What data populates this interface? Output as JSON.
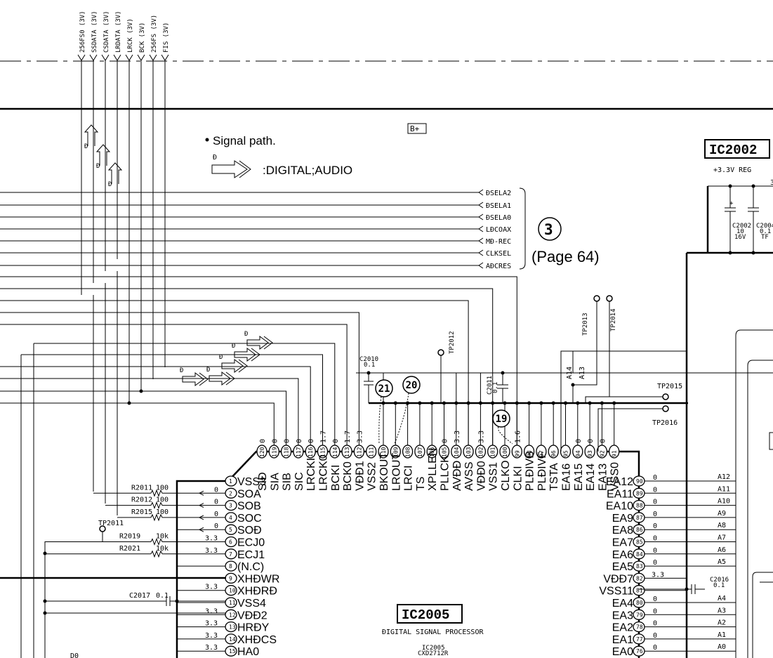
{
  "top_signals": [
    "256FS0 (3V)",
    "SSDATA (3V)",
    "CSDATA (3V)",
    "LRDATA (3V)",
    "LRCK (3V)",
    "BCK (3V)",
    "256FS (3V)",
    "FIS (3V)"
  ],
  "supply_tag": "B+",
  "legend": {
    "title": "Signal path.",
    "item_label": ":DIGITAL;AUDIO",
    "arrow_mark": "Đ"
  },
  "connector": {
    "signals": [
      "ĐSELA2",
      "ĐSELA1",
      "ĐSELA0",
      "LĐCOAX",
      "MĐ-REC",
      "CLKSEL",
      "AĐCRES"
    ],
    "number": "3",
    "page_ref": "(Page 64)"
  },
  "ic2002": {
    "name": "IC2002",
    "desc": "+3.3V REG"
  },
  "ic2005": {
    "name": "IC2005",
    "desc": "ĐIGITAL SIGNAL PROCESSOR",
    "ref": "IC2005",
    "part": "CXD2712R"
  },
  "caps": [
    {
      "ref": "C2002",
      "value": "10",
      "rating": "16V"
    },
    {
      "ref": "C2004",
      "value": "0.1",
      "rating": "TF"
    },
    {
      "ref": "C2010",
      "value": "0.1"
    },
    {
      "ref": "C2011",
      "value": "0.1"
    },
    {
      "ref": "C2016",
      "value": "0.1"
    },
    {
      "ref": "C2017",
      "value": "0.1"
    }
  ],
  "test_points": [
    "TP2011",
    "TP2012",
    "TP2013",
    "TP2014",
    "TP2015",
    "TP2016"
  ],
  "resistors": [
    {
      "ref": "R2011",
      "value": "100"
    },
    {
      "ref": "R2012",
      "value": "100"
    },
    {
      "ref": "R2015",
      "value": "100"
    },
    {
      "ref": "R2019",
      "value": "10k"
    },
    {
      "ref": "R2021",
      "value": "10k"
    }
  ],
  "callouts": [
    "21",
    "20",
    "19"
  ],
  "top_pins": [
    {
      "no": "120",
      "name": "SIĐ",
      "v": "0"
    },
    {
      "no": "119",
      "name": "SIA",
      "v": "0"
    },
    {
      "no": "118",
      "name": "SIB",
      "v": "0"
    },
    {
      "no": "117",
      "name": "SIC",
      "v": "0"
    },
    {
      "no": "116",
      "name": "LRCKI",
      "v": "0"
    },
    {
      "no": "115",
      "name": "LRCK0",
      "v": "1.7"
    },
    {
      "no": "114",
      "name": "BCKI",
      "v": "0"
    },
    {
      "no": "113",
      "name": "BCK0",
      "v": "1.7"
    },
    {
      "no": "112",
      "name": "VĐĐ1",
      "v": "3.3"
    },
    {
      "no": "111",
      "name": "VSS2",
      "v": ""
    },
    {
      "no": "110",
      "name": "BKOUT",
      "v": ""
    },
    {
      "no": "109",
      "name": "LROUT",
      "v": ""
    },
    {
      "no": "108",
      "name": "LRCI",
      "v": ""
    },
    {
      "no": "107",
      "name": "TS",
      "v": ""
    },
    {
      "no": "106",
      "name": "XPLLEN",
      "v": ""
    },
    {
      "no": "105",
      "name": "PLLCK",
      "v": "0"
    },
    {
      "no": "104",
      "name": "AVĐĐ",
      "v": "3.3"
    },
    {
      "no": "103",
      "name": "AVSS",
      "v": ""
    },
    {
      "no": "102",
      "name": "VĐĐ0",
      "v": "3.3"
    },
    {
      "no": "101",
      "name": "VSS1",
      "v": ""
    },
    {
      "no": "100",
      "name": "CLKO",
      "v": ""
    },
    {
      "no": "99",
      "name": "CLKI",
      "v": "1.6"
    },
    {
      "no": "98",
      "name": "PLĐIVB",
      "v": ""
    },
    {
      "no": "97",
      "name": "PLĐIVF",
      "v": ""
    },
    {
      "no": "96",
      "name": "TSTA",
      "v": ""
    },
    {
      "no": "95",
      "name": "EA16",
      "v": ""
    },
    {
      "no": "94",
      "name": "EA15",
      "v": "0"
    },
    {
      "no": "93",
      "name": "EA14",
      "v": "0"
    },
    {
      "no": "92",
      "name": "EA13",
      "v": "0"
    },
    {
      "no": "91",
      "name": "VSS0",
      "v": ""
    }
  ],
  "left_pins": [
    {
      "no": "1",
      "name": "VSS3",
      "v": ""
    },
    {
      "no": "2",
      "name": "SOA",
      "v": "0"
    },
    {
      "no": "3",
      "name": "SOB",
      "v": "0"
    },
    {
      "no": "4",
      "name": "SOC",
      "v": "0"
    },
    {
      "no": "5",
      "name": "SOĐ",
      "v": "0"
    },
    {
      "no": "6",
      "name": "ECJ0",
      "v": "3.3"
    },
    {
      "no": "7",
      "name": "ECJ1",
      "v": "3.3"
    },
    {
      "no": "8",
      "name": "(N.C)",
      "v": ""
    },
    {
      "no": "9",
      "name": "XHĐWR",
      "v": ""
    },
    {
      "no": "10",
      "name": "XHĐRĐ",
      "v": "3.3"
    },
    {
      "no": "11",
      "name": "VSS4",
      "v": ""
    },
    {
      "no": "12",
      "name": "VĐĐ2",
      "v": "3.3"
    },
    {
      "no": "13",
      "name": "HRĐY",
      "v": "3.3"
    },
    {
      "no": "14",
      "name": "XHĐCS",
      "v": "3.3"
    },
    {
      "no": "15",
      "name": "HA0",
      "v": "3.3"
    }
  ],
  "right_pins": [
    {
      "no": "90",
      "name": "EA12",
      "v": "0",
      "bus": "A12"
    },
    {
      "no": "89",
      "name": "EA11",
      "v": "0",
      "bus": "A11"
    },
    {
      "no": "88",
      "name": "EA10",
      "v": "0",
      "bus": "A10"
    },
    {
      "no": "87",
      "name": "EA9",
      "v": "0",
      "bus": "A9"
    },
    {
      "no": "86",
      "name": "EA8",
      "v": "0",
      "bus": "A8"
    },
    {
      "no": "85",
      "name": "EA7",
      "v": "0",
      "bus": "A7"
    },
    {
      "no": "84",
      "name": "EA6",
      "v": "0",
      "bus": "A6"
    },
    {
      "no": "83",
      "name": "EA5",
      "v": "0",
      "bus": "A5"
    },
    {
      "no": "82",
      "name": "VĐĐ7",
      "v": "3.3",
      "bus": ""
    },
    {
      "no": "81",
      "name": "VSS11",
      "v": "",
      "bus": ""
    },
    {
      "no": "80",
      "name": "EA4",
      "v": "0",
      "bus": "A4"
    },
    {
      "no": "79",
      "name": "EA3",
      "v": "0",
      "bus": "A3"
    },
    {
      "no": "78",
      "name": "EA2",
      "v": "0",
      "bus": "A2"
    },
    {
      "no": "77",
      "name": "EA1",
      "v": "0",
      "bus": "A1"
    },
    {
      "no": "76",
      "name": "EA0",
      "v": "0",
      "bus": "A0"
    }
  ],
  "colors": {
    "ink": "#000000",
    "paper": "#ffffff"
  }
}
